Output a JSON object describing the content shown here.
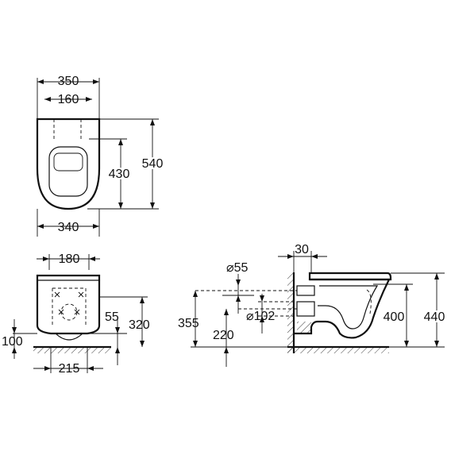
{
  "top_view": {
    "width_overall": "350",
    "fixing_distance": "160",
    "width_seat": "340",
    "seat_length": "430",
    "length_overall": "540"
  },
  "back_view": {
    "bolt_spacing": "180",
    "floor_height": "100",
    "outlet_height": "55",
    "upper_height": "320",
    "bottom_width": "215"
  },
  "side_view": {
    "inlet_diameter": "⌀55",
    "wall_offset": "30",
    "outlet_diameter": "⌀102",
    "inlet_height": "355",
    "outlet_height": "220",
    "rim_height": "400",
    "total_height": "440"
  }
}
